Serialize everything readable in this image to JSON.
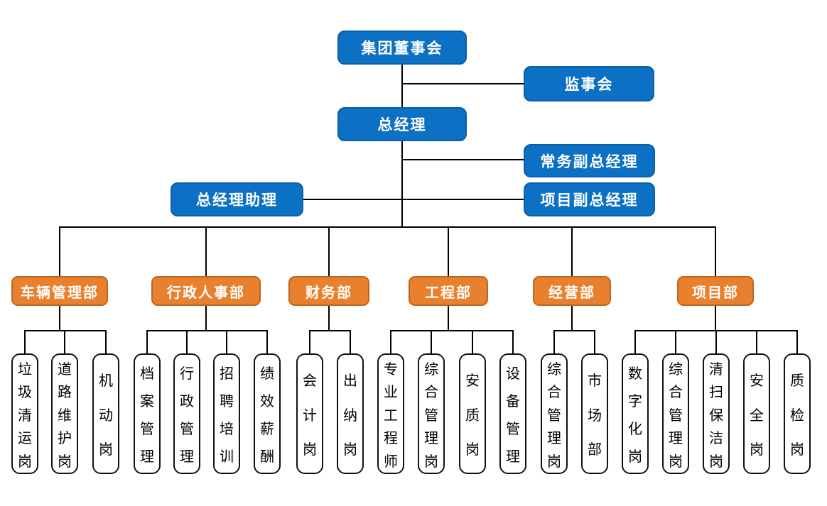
{
  "nodes": {
    "board": "集团董事会",
    "supervisory": "监事会",
    "general_manager": "总经理",
    "executive_deputy_gm": "常务副总经理",
    "gm_assistant": "总经理助理",
    "project_deputy_gm": "项目副总经理"
  },
  "departments": [
    {
      "label": "车辆管理部",
      "positions": [
        "垃圾清运岗",
        "道路维护岗",
        "机动岗"
      ]
    },
    {
      "label": "行政人事部",
      "positions": [
        "档案管理",
        "行政管理",
        "招聘培训",
        "绩效薪酬"
      ]
    },
    {
      "label": "财务部",
      "positions": [
        "会计岗",
        "出纳岗"
      ]
    },
    {
      "label": "工程部",
      "positions": [
        "专业工程师",
        "综合管理岗",
        "安质岗",
        "设备管理"
      ]
    },
    {
      "label": "经营部",
      "positions": [
        "综合管理岗",
        "市场部"
      ]
    },
    {
      "label": "项目部",
      "positions": [
        "数字化岗",
        "综合管理岗",
        "清扫保洁岗",
        "安全岗",
        "质检岗"
      ]
    }
  ],
  "colors": {
    "executive_box_fill": "#0C70C4",
    "executive_box_border": "#0A5FA8",
    "department_box_fill": "#E8802E",
    "department_box_border": "#BE651E",
    "position_box_fill": "#FFFFFF",
    "position_box_border": "#111111",
    "connector_line": "#000000"
  }
}
